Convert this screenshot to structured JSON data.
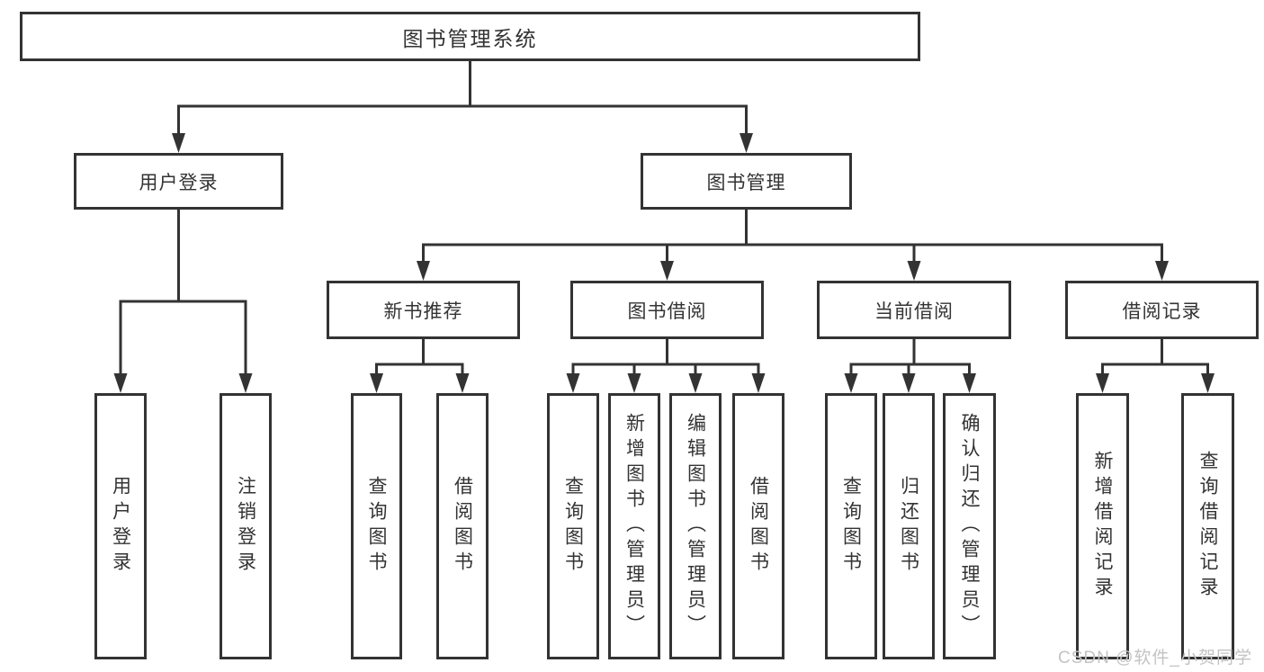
{
  "tree": {
    "root": "图书管理系统",
    "children": [
      {
        "label": "用户登录",
        "children": [
          "用户登录",
          "注销登录"
        ]
      },
      {
        "label": "图书管理",
        "children": [
          {
            "label": "新书推荐",
            "children": [
              "查询图书",
              "借阅图书"
            ]
          },
          {
            "label": "图书借阅",
            "children": [
              "查询图书",
              "新增图书（管理员）",
              "编辑图书（管理员）",
              "借阅图书"
            ]
          },
          {
            "label": "当前借阅",
            "children": [
              "查询图书",
              "归还图书",
              "确认归还（管理员）"
            ]
          },
          {
            "label": "借阅记录",
            "children": [
              "新增借阅记录",
              "查询借阅记录"
            ]
          }
        ]
      }
    ]
  },
  "watermark": "CSDN @软件_小贺同学",
  "colors": {
    "line": "#333333",
    "text": "#333333",
    "background": "#ffffff",
    "watermark_text": "#c3c3c3"
  }
}
